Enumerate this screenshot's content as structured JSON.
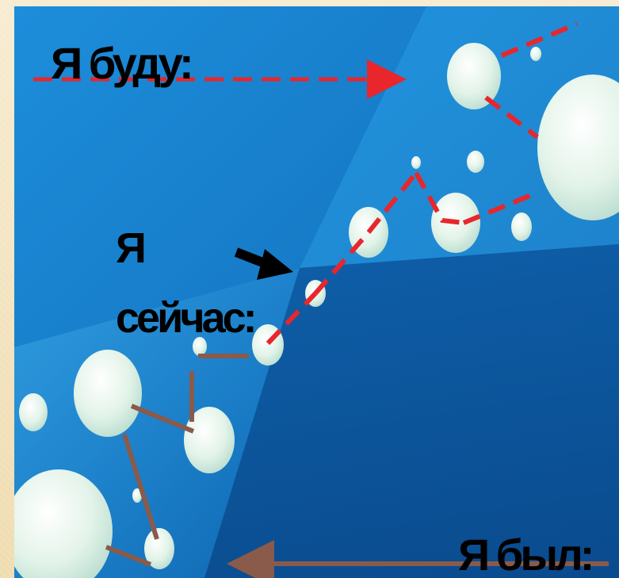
{
  "labels": {
    "future": "Я буду:",
    "now_line1": "Я",
    "now_line2": "сейчас:",
    "past": "Я был:"
  },
  "colors": {
    "background_dark": "#0b5fa8",
    "background_light": "#2ea0e6",
    "bubble": "#e4f4ea",
    "future_path": "#e8262c",
    "past_path": "#8a5a4a",
    "arrow_black": "#000000",
    "border": "#f3e6c4"
  },
  "icons": {
    "future_arrow": "dashed-arrow-right-icon",
    "now_pointer": "arrow-pointer-icon",
    "past_arrow": "arrow-left-icon"
  }
}
